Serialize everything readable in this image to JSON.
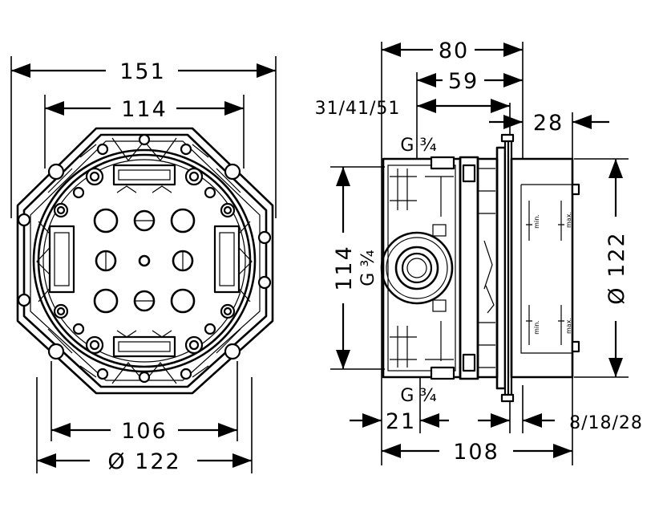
{
  "front_view": {
    "overall_width": "151",
    "mount_width": "114",
    "hole_spacing": "106",
    "outer_diameter": "Ø 122"
  },
  "side_view": {
    "total_depth_top": "80",
    "depth_59": "59",
    "depth_range": "31/41/51",
    "offset_28": "28",
    "height_114": "114",
    "thread_side": "G ¾",
    "thread_top": "G ¾",
    "thread_bottom": "G ¾",
    "height_diameter": "Ø 122",
    "inlet_21": "21",
    "tile_range": "8/18/28",
    "total_depth_bottom": "108",
    "scale_min_top": "min.",
    "scale_max_top": "max.",
    "scale_min_bottom": "min.",
    "scale_max_bottom": "max."
  }
}
